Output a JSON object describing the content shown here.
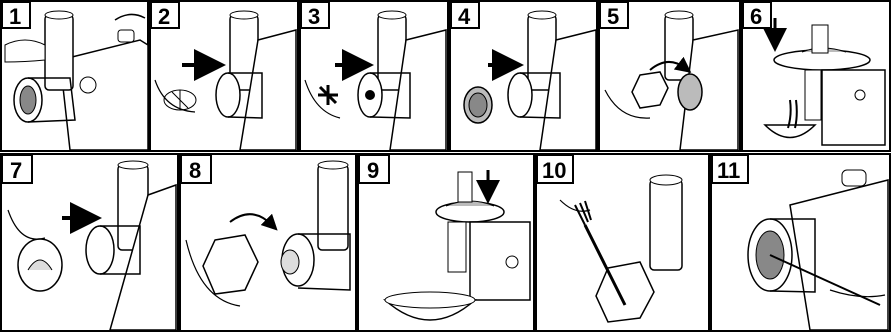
{
  "panels": [
    {
      "number": "1"
    },
    {
      "number": "2"
    },
    {
      "number": "3"
    },
    {
      "number": "4"
    },
    {
      "number": "5"
    },
    {
      "number": "6"
    },
    {
      "number": "7"
    },
    {
      "number": "8"
    },
    {
      "number": "9"
    },
    {
      "number": "10"
    },
    {
      "number": "11"
    }
  ],
  "colors": {
    "ink": "#000000",
    "paper": "#ffffff",
    "shade": "#888888"
  }
}
